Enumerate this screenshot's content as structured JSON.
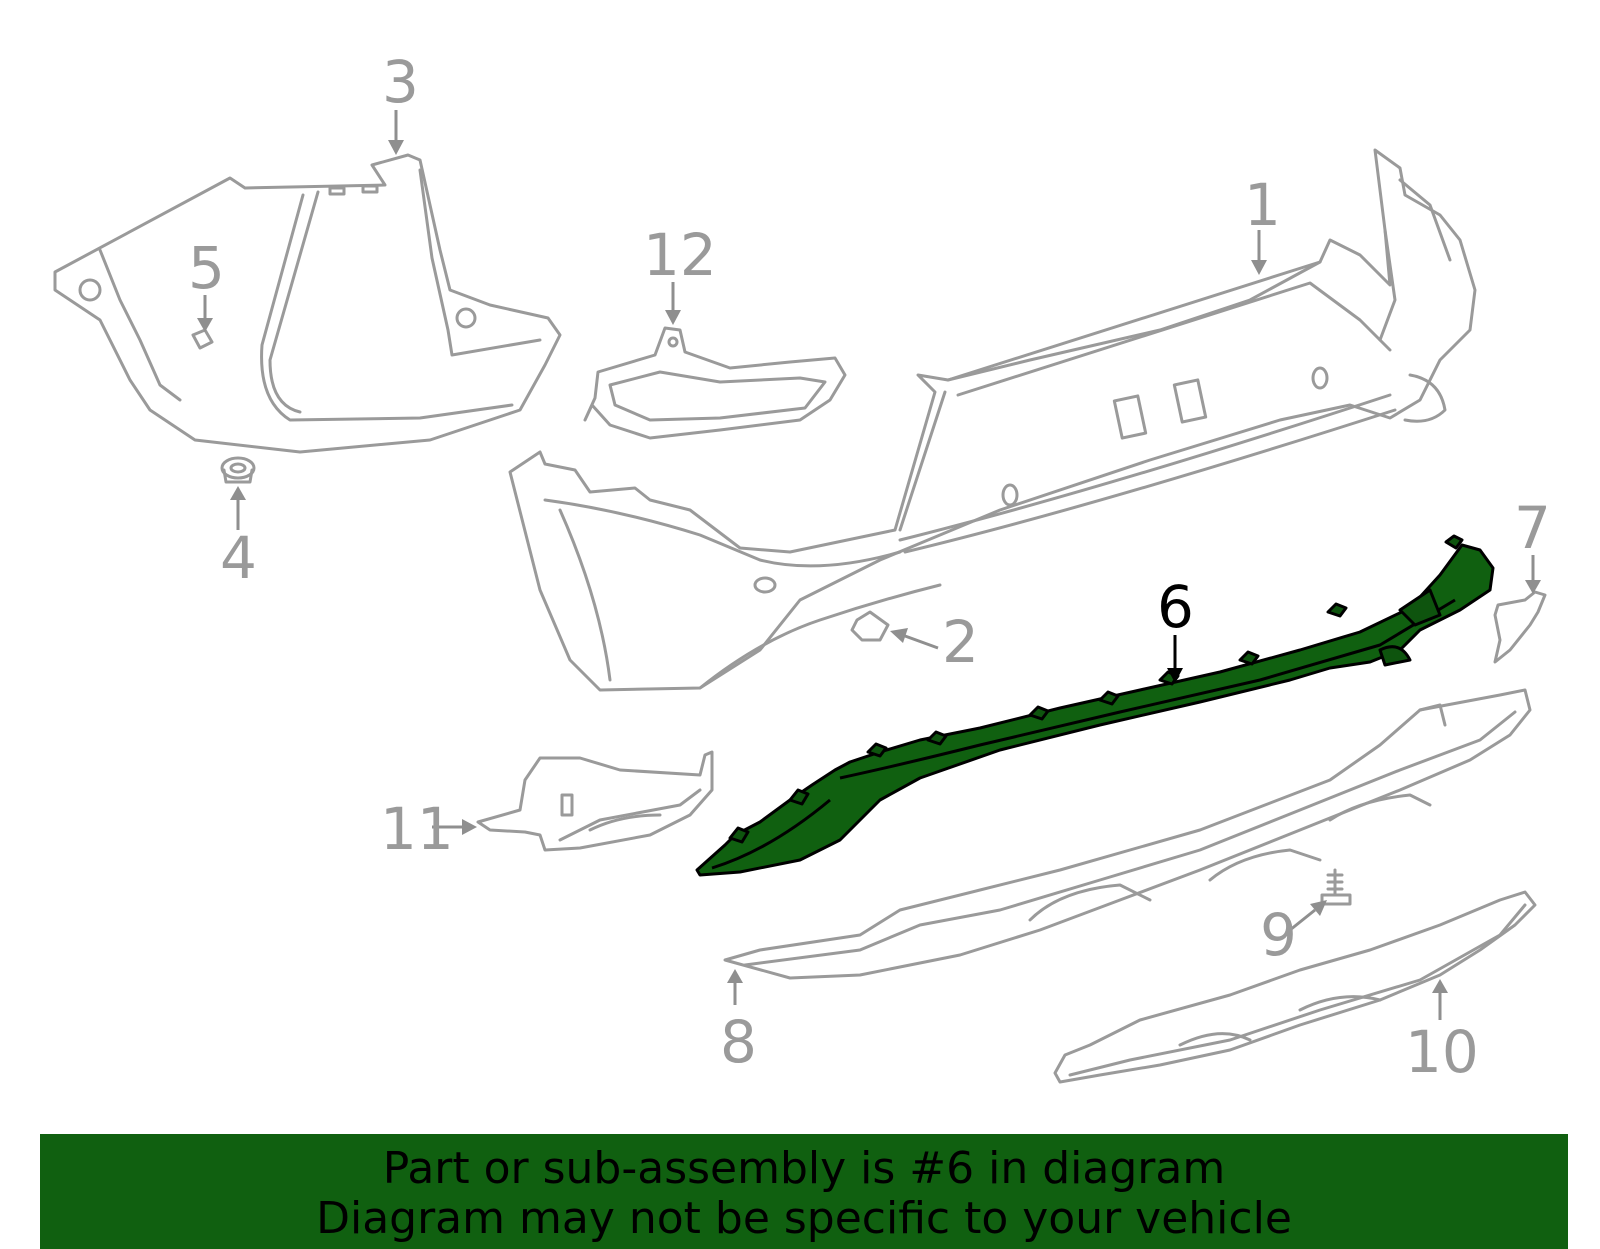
{
  "diagram": {
    "highlight_color": "#106010",
    "line_color": "#9a9a9a",
    "highlighted_part": "6",
    "callouts": {
      "c1": "1",
      "c2": "2",
      "c3": "3",
      "c4": "4",
      "c5": "5",
      "c6": "6",
      "c7": "7",
      "c8": "8",
      "c9": "9",
      "c10": "10",
      "c11": "11",
      "c12": "12"
    }
  },
  "banner": {
    "line1": "Part or sub-assembly is #6 in diagram",
    "line2": "Diagram may not be specific to your vehicle",
    "background": "#106010"
  }
}
